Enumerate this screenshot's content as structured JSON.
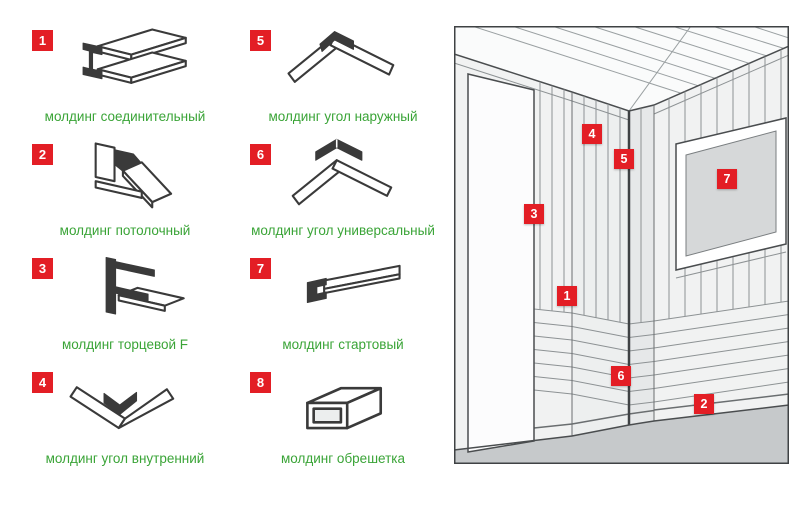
{
  "legend": {
    "items": [
      {
        "number": "1",
        "label": "молдинг соединительный",
        "icon": "connector-molding-icon"
      },
      {
        "number": "2",
        "label": "молдинг потолочный",
        "icon": "ceiling-molding-icon"
      },
      {
        "number": "3",
        "label": "молдинг торцевой F",
        "icon": "f-end-molding-icon"
      },
      {
        "number": "4",
        "label": "молдинг угол внутренний",
        "icon": "inner-corner-molding-icon"
      },
      {
        "number": "5",
        "label": "молдинг угол наружный",
        "icon": "outer-corner-molding-icon"
      },
      {
        "number": "6",
        "label": "молдинг угол универсальный",
        "icon": "universal-corner-molding-icon"
      },
      {
        "number": "7",
        "label": "молдинг стартовый",
        "icon": "start-molding-icon"
      },
      {
        "number": "8",
        "label": "молдинг обрешетка",
        "icon": "batten-molding-icon"
      }
    ]
  },
  "room": {
    "badges": [
      {
        "number": "4"
      },
      {
        "number": "5"
      },
      {
        "number": "3"
      },
      {
        "number": "7"
      },
      {
        "number": "1"
      },
      {
        "number": "6"
      },
      {
        "number": "2"
      }
    ]
  },
  "colors": {
    "badge_red": "#e31e25",
    "caption_green": "#3aa437",
    "line_dark": "#3a3a3a",
    "floor_gray": "#c6c9cb",
    "glass_gray": "#d6d8d9"
  }
}
